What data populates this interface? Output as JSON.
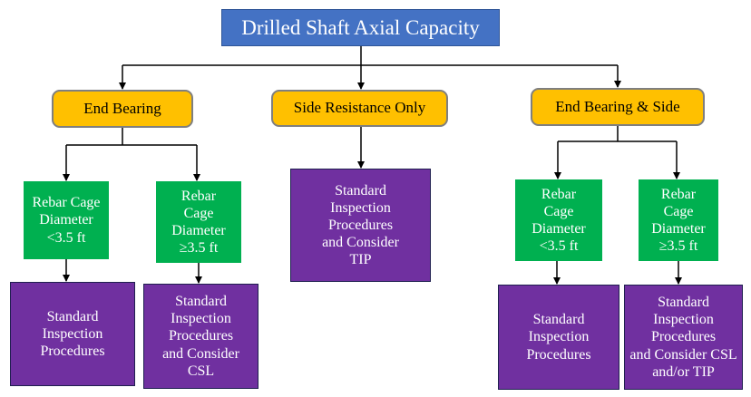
{
  "diagram": {
    "root": {
      "label": "Drilled Shaft Axial Capacity"
    },
    "branches": [
      {
        "label": "End Bearing",
        "children": [
          {
            "condition": "Rebar Cage\nDiameter\n<3.5 ft",
            "action": "Standard\nInspection\nProcedures"
          },
          {
            "condition": "Rebar\nCage\nDiameter\n≥3.5 ft",
            "action": "Standard\nInspection\nProcedures\nand Consider\nCSL"
          }
        ]
      },
      {
        "label": "Side Resistance Only",
        "action": "Standard\nInspection\nProcedures\nand Consider\nTIP"
      },
      {
        "label": "End Bearing & Side",
        "children": [
          {
            "condition": "Rebar\nCage\nDiameter\n<3.5 ft",
            "action": "Standard\nInspection\nProcedures"
          },
          {
            "condition": "Rebar\nCage\nDiameter\n≥3.5 ft",
            "action": "Standard\nInspection\nProcedures\nand Consider CSL\nand/or TIP"
          }
        ]
      }
    ]
  }
}
